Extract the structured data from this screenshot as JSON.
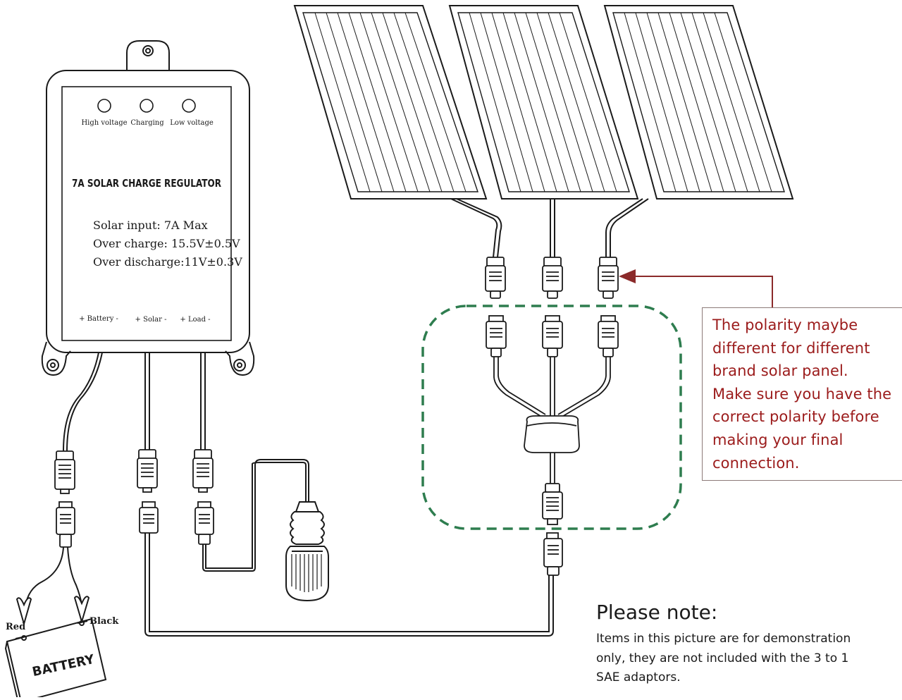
{
  "regulator": {
    "indicators": [
      "High voltage",
      "Charging",
      "Low voltage"
    ],
    "title": "7A SOLAR CHARGE REGULATOR",
    "specs": [
      "Solar input: 7A Max",
      "Over charge: 15.5V±0.5V",
      "Over discharge:11V±0.3V"
    ],
    "terminals": [
      "+ Battery -",
      "+ Solar -",
      "+ Load -"
    ]
  },
  "battery": {
    "label": "BATTERY",
    "red_label": "Red",
    "black_label": "Black"
  },
  "callout": {
    "lines": [
      "The polarity maybe",
      "different for different",
      "brand solar panel.",
      "Make sure you have the",
      "correct polarity before",
      "making your final",
      "connection."
    ]
  },
  "note": {
    "title": "Please note:",
    "lines": [
      "Items in this picture are for demonstration",
      "only, they are not included with the 3 to 1",
      "SAE adaptors."
    ]
  },
  "colors": {
    "line": "#1a1a1a",
    "dashed_box": "#2e7d4f",
    "callout_text": "#9b1b1b",
    "callout_arrow": "#8b2a2a"
  }
}
